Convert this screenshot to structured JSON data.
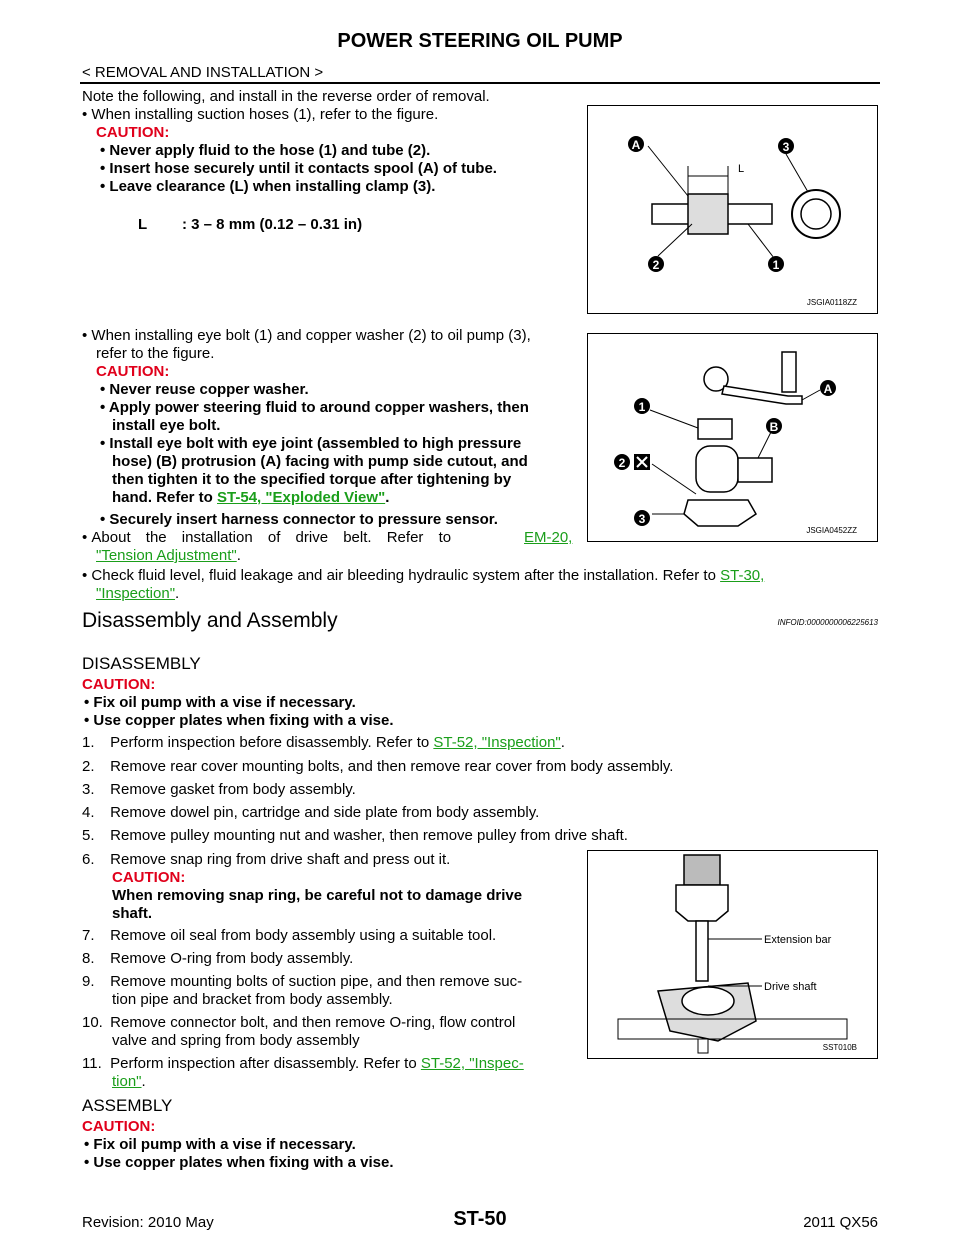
{
  "header": {
    "title": "POWER STEERING OIL PUMP",
    "breadcrumb": "< REMOVAL AND INSTALLATION >"
  },
  "install": {
    "intro": "Note the following, and install in the reverse order of removal.",
    "b1": "When installing suction hoses (1), refer to the figure.",
    "caution": "CAUTION:",
    "c1": [
      "Never apply fluid to the hose (1) and tube (2).",
      "Insert hose securely until it contacts spool (A) of tube.",
      "Leave clearance (L) when installing clamp (3)."
    ],
    "spec_label": "L",
    "spec_value": ": 3 – 8 mm (0.12 – 0.31 in)",
    "b2a": "When installing eye bolt (1) and copper washer (2) to oil pump (3),",
    "b2b": "refer to the figure.",
    "c2_1": "Never reuse copper washer.",
    "c2_2a": "Apply power steering fluid to around copper washers, then",
    "c2_2b": "install eye bolt.",
    "c2_3a": "Install eye bolt with eye joint (assembled to high pressure",
    "c2_3b": "hose) (B) protrusion (A) facing with pump side cutout, and",
    "c2_3c": "then tighten it to the specified torque after tightening by",
    "c2_3d": "hand. Refer to ",
    "c2_3link": "ST-54, \"Exploded View\"",
    "c2_3end": ".",
    "c2_4": "Securely insert harness connector to pressure sensor.",
    "b3": "About the installation of drive belt. Refer to",
    "b3_link1": "EM-20,",
    "b3_link2": "\"Tension Adjustment\"",
    "b3_end": ".",
    "b4": "Check fluid level, fluid leakage and air bleeding hydraulic system after the installation. Refer to",
    "b4_link1": "ST-30,",
    "b4_link2": "\"Inspection\"",
    "b4_end": "."
  },
  "figures": {
    "fig1": {
      "code": "JSGIA0118ZZ",
      "labels": [
        "A",
        "3",
        "L",
        "2",
        "1"
      ]
    },
    "fig2": {
      "code": "JSGIA0452ZZ",
      "labels": [
        "1",
        "2",
        "3",
        "A",
        "B"
      ]
    },
    "fig3": {
      "code": "SST010B",
      "labels": [
        "Extension bar",
        "Drive shaft"
      ]
    }
  },
  "section": {
    "title": "Disassembly and Assembly",
    "infoid": "INFOID:0000000006225613"
  },
  "disassembly": {
    "title": "DISASSEMBLY",
    "caution": "CAUTION:",
    "c1": "Fix oil pump with a vise if necessary.",
    "c2": "Use copper plates when fixing with a vise.",
    "steps": [
      {
        "n": "1.",
        "t": "Perform inspection before disassembly. Refer to ",
        "link": "ST-52, \"Inspection\"",
        "end": "."
      },
      {
        "n": "2.",
        "t": "Remove rear cover mounting bolts, and then remove rear cover from body assembly."
      },
      {
        "n": "3.",
        "t": "Remove gasket from body assembly."
      },
      {
        "n": "4.",
        "t": "Remove dowel pin, cartridge and side plate from body assembly."
      },
      {
        "n": "5.",
        "t": "Remove pulley mounting nut and washer, then remove pulley from drive shaft."
      },
      {
        "n": "6.",
        "t": "Remove snap ring from drive shaft and press out it."
      },
      {
        "n": "7.",
        "t": "Remove oil seal from body assembly using a suitable tool."
      },
      {
        "n": "8.",
        "t": "Remove O-ring from body assembly."
      },
      {
        "n": "9.",
        "t": "Remove mounting bolts of suction pipe, and then remove suc-",
        "t2": "tion pipe and bracket from body assembly."
      },
      {
        "n": "10.",
        "t": "Remove connector bolt, and then remove O-ring, flow control",
        "t2": "valve and spring from body assembly"
      },
      {
        "n": "11.",
        "t": "Perform inspection after disassembly. Refer to ",
        "link": "ST-52, \"Inspec-",
        "link2": "tion\"",
        "end": "."
      }
    ],
    "step6_caution": "CAUTION:",
    "step6_c1": "When removing snap ring, be careful not to damage drive",
    "step6_c2": "shaft."
  },
  "assembly": {
    "title": "ASSEMBLY",
    "caution": "CAUTION:",
    "c1": "Fix oil pump with a vise if necessary.",
    "c2": "Use copper plates when fixing with a vise."
  },
  "footer": {
    "revision": "Revision: 2010 May",
    "page": "ST-50",
    "model": "2011 QX56"
  }
}
